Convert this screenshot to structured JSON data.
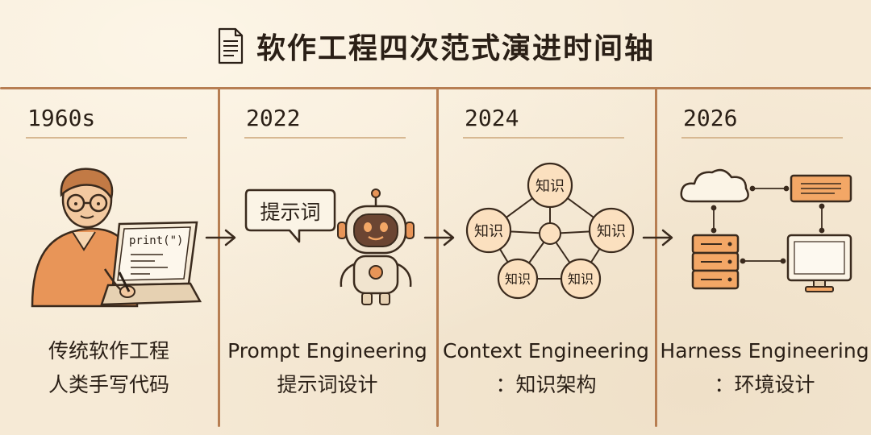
{
  "title": "软作工程四次范式演进时间轴",
  "stages": [
    {
      "year": "1960s",
      "caption_line1": "传统软作工程",
      "caption_line2": "人类手写代码",
      "screen_code": "print(\")"
    },
    {
      "year": "2022",
      "caption_line1": "Prompt Engineering",
      "caption_line2": "提示词设计",
      "bubble": "提示词"
    },
    {
      "year": "2024",
      "caption_line1": "Context Engineering",
      "caption_line2": "：知识架构",
      "nodes": [
        "知识",
        "知识",
        "知识",
        "知识",
        "知识"
      ]
    },
    {
      "year": "2026",
      "caption_line1": "Harness Engineering",
      "caption_line2": "：环境设计"
    }
  ],
  "colors": {
    "accent": "#e39456",
    "line": "#b77e52",
    "ink": "#2a1f16",
    "background": "#f6ead6"
  }
}
